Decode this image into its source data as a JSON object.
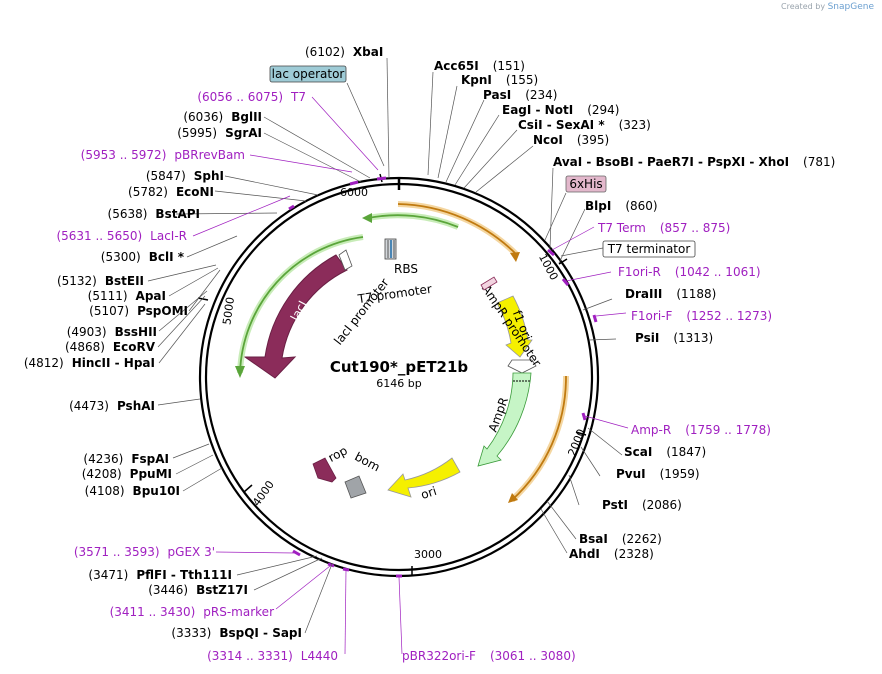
{
  "credit": {
    "prefix": "Created by",
    "brand": "SnapGene"
  },
  "plasmid": {
    "name": "Cut190*_pET21b",
    "size_label": "6146 bp",
    "length": 6146
  },
  "tick_labels": [
    "1000",
    "2000",
    "3000",
    "4000",
    "5000",
    "6000"
  ],
  "features": [
    {
      "name": "lacI",
      "label": "lacI",
      "color": "#8b2c5a",
      "text_color": "#ffffff"
    },
    {
      "name": "f1-ori",
      "label": "f1 ori",
      "color": "#f5f000",
      "text_color": "#000000"
    },
    {
      "name": "AmpR",
      "label": "AmpR",
      "color": "#c6f5c6",
      "text_color": "#000000"
    },
    {
      "name": "ori",
      "label": "ori",
      "color": "#f5f000",
      "text_color": "#000000"
    },
    {
      "name": "rop",
      "label": "rop",
      "color": "#8b2c5a",
      "text_color": "#000000"
    },
    {
      "name": "bom",
      "label": "bom",
      "color": "#a0a4a8",
      "text_color": "#000000"
    },
    {
      "name": "RBS",
      "label": "RBS",
      "color": "#cccccc",
      "text_color": "#000000"
    },
    {
      "name": "T7-promoter",
      "label": "T7 promoter",
      "color": "#ffffff",
      "text_color": "#000000"
    },
    {
      "name": "lacI-promoter",
      "label": "lacI promoter",
      "color": "#ffffff",
      "text_color": "#000000"
    },
    {
      "name": "AmpR-promoter",
      "label": "AmpR promoter",
      "color": "#ffffff",
      "text_color": "#000000"
    }
  ],
  "boxed_labels": [
    {
      "label": "lac operator",
      "color": "#9ecbd6"
    },
    {
      "label": "6xHis",
      "color": "#e3b8cc"
    },
    {
      "label": "T7 terminator",
      "color": "#ffffff"
    }
  ],
  "enzymes": [
    {
      "name": "XbaI",
      "pos": "(6102)"
    },
    {
      "name": "Acc65I",
      "pos": "(151)"
    },
    {
      "name": "KpnI",
      "pos": "(155)"
    },
    {
      "name": "PasI",
      "pos": "(234)"
    },
    {
      "name": "EagI  -  NotI",
      "pos": "(294)"
    },
    {
      "name": "CsiI  -  SexAI *",
      "pos": "(323)"
    },
    {
      "name": "NcoI",
      "pos": "(395)"
    },
    {
      "name": "AvaI  -  BsoBI  -  PaeR7I  -  PspXI  -  XhoI",
      "pos": "(781)"
    },
    {
      "name": "BlpI",
      "pos": "(860)"
    },
    {
      "name": "DraIII",
      "pos": "(1188)"
    },
    {
      "name": "PsiI",
      "pos": "(1313)"
    },
    {
      "name": "ScaI",
      "pos": "(1847)"
    },
    {
      "name": "PvuI",
      "pos": "(1959)"
    },
    {
      "name": "PstI",
      "pos": "(2086)"
    },
    {
      "name": "BsaI",
      "pos": "(2262)"
    },
    {
      "name": "AhdI",
      "pos": "(2328)"
    },
    {
      "name": "BglII",
      "pos": "(6036)"
    },
    {
      "name": "SgrAI",
      "pos": "(5995)"
    },
    {
      "name": "SphI",
      "pos": "(5847)"
    },
    {
      "name": "EcoNI",
      "pos": "(5782)"
    },
    {
      "name": "BstAPI",
      "pos": "(5638)"
    },
    {
      "name": "BclI *",
      "pos": "(5300)"
    },
    {
      "name": "BstEII",
      "pos": "(5132)"
    },
    {
      "name": "ApaI",
      "pos": "(5111)"
    },
    {
      "name": "PspOMI",
      "pos": "(5107)"
    },
    {
      "name": "BssHII",
      "pos": "(4903)"
    },
    {
      "name": "EcoRV",
      "pos": "(4868)"
    },
    {
      "name": "HincII  -  HpaI",
      "pos": "(4812)"
    },
    {
      "name": "PshAI",
      "pos": "(4473)"
    },
    {
      "name": "FspAI",
      "pos": "(4236)"
    },
    {
      "name": "PpuMI",
      "pos": "(4208)"
    },
    {
      "name": "Bpu10I",
      "pos": "(4108)"
    },
    {
      "name": "PflFI  -  Tth111I",
      "pos": "(3471)"
    },
    {
      "name": "BstZ17I",
      "pos": "(3446)"
    },
    {
      "name": "BspQI  -  SapI",
      "pos": "(3333)"
    }
  ],
  "primers": [
    {
      "name": "T7",
      "range": "(6056 .. 6075)"
    },
    {
      "name": "pBRrevBam",
      "range": "(5953 .. 5972)"
    },
    {
      "name": "LacI-R",
      "range": "(5631 .. 5650)"
    },
    {
      "name": "T7 Term",
      "range": "(857 .. 875)"
    },
    {
      "name": "F1ori-R",
      "range": "(1042 .. 1061)"
    },
    {
      "name": "F1ori-F",
      "range": "(1252 .. 1273)"
    },
    {
      "name": "Amp-R",
      "range": "(1759 .. 1778)"
    },
    {
      "name": "pGEX 3'",
      "range": "(3571 .. 3593)"
    },
    {
      "name": "pRS-marker",
      "range": "(3411 .. 3430)"
    },
    {
      "name": "L4440",
      "range": "(3314 .. 3331)"
    },
    {
      "name": "pBR322ori-F",
      "range": "(3061 .. 3080)"
    }
  ]
}
